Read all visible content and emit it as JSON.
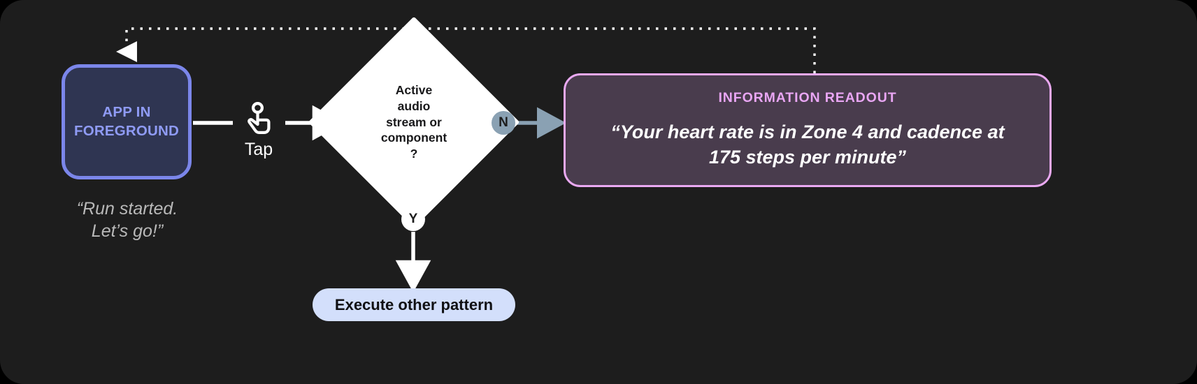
{
  "diagram": {
    "background_color": "#1d1d1d",
    "title_hidden": true
  },
  "app_node": {
    "name": "app-in-foreground",
    "label_line1": "APP IN",
    "label_line2": "FOREGROUND",
    "border_color": "#7b86ea",
    "fill_color": "#2f3552",
    "text_color": "#8f9bf5",
    "caption_line1": "“Run started.",
    "caption_line2": "Let’s go!”",
    "caption_color": "#b9b9b9"
  },
  "gesture": {
    "icon": "tap-hand-icon",
    "label": "Tap",
    "color": "#ffffff"
  },
  "decision": {
    "name": "active-audio-decision",
    "line1": "Active",
    "line2": "audio",
    "line3": "stream or",
    "line4": "component",
    "line5": "?",
    "fill_color": "#ffffff",
    "text_color": "#18181a"
  },
  "branches": {
    "no": {
      "badge": "N",
      "badge_fill": "#8aa1b3",
      "badge_text": "#1d1d1d",
      "arrow_color": "#8aa1b3"
    },
    "yes": {
      "badge": "Y",
      "badge_fill": "#ffffff",
      "badge_text": "#1d1d1d",
      "arrow_color": "#ffffff"
    }
  },
  "readout": {
    "name": "information-readout",
    "title": "INFORMATION READOUT",
    "body_line1": "“Your heart rate is in Zone 4 and cadence at",
    "body_line2": "175 steps per minute”",
    "border_color": "#eaa9f2",
    "fill_color": "#493c4d",
    "title_color": "#e9a6f4",
    "body_color": "#ffffff"
  },
  "pill": {
    "name": "execute-other-pattern",
    "label": "Execute other pattern",
    "fill_color": "#d3dffb",
    "text_color": "#101012"
  },
  "feedback_loop": {
    "style": "dotted",
    "color": "#ffffff",
    "description_hidden": true
  }
}
